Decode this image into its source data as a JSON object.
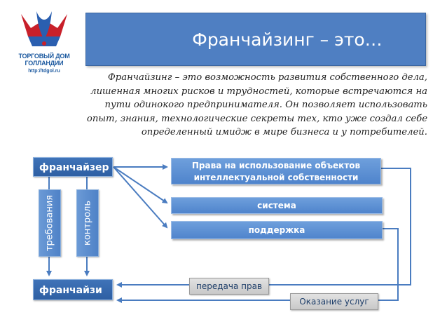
{
  "logo": {
    "caption_line1": "ТОРГОВЫЙ ДОМ",
    "caption_line2": "ГОЛЛАНДИИ",
    "url": "http://tdgol.ru"
  },
  "title": "Франчайзинг – это…",
  "description": "Франчайзинг – это возможность развития собственного дела, лишенная многих рисков и трудностей, которые встречаются на пути одинокого предпринимателя. Он позволяет использовать опыт, знания, технологические секреты тех, кто уже создал себе определенный имидж в мире бизнеса и у потребителей.",
  "diagram": {
    "franchiser": "франчайзер",
    "franchisee": "франчайзи",
    "requirements": "требования",
    "control": "контроль",
    "rights": "Права на использование объектов интеллектуальной собственности",
    "system": "система",
    "support": "поддержка",
    "rights_transfer": "передача прав",
    "services": "Оказание услуг"
  },
  "colors": {
    "title_bg": "#4f7fc2",
    "dark_box": "#2e5fa3",
    "light_box": "#5b8fd2",
    "connector": "#4a7cc0",
    "gray_box": "#d4d4d4"
  }
}
